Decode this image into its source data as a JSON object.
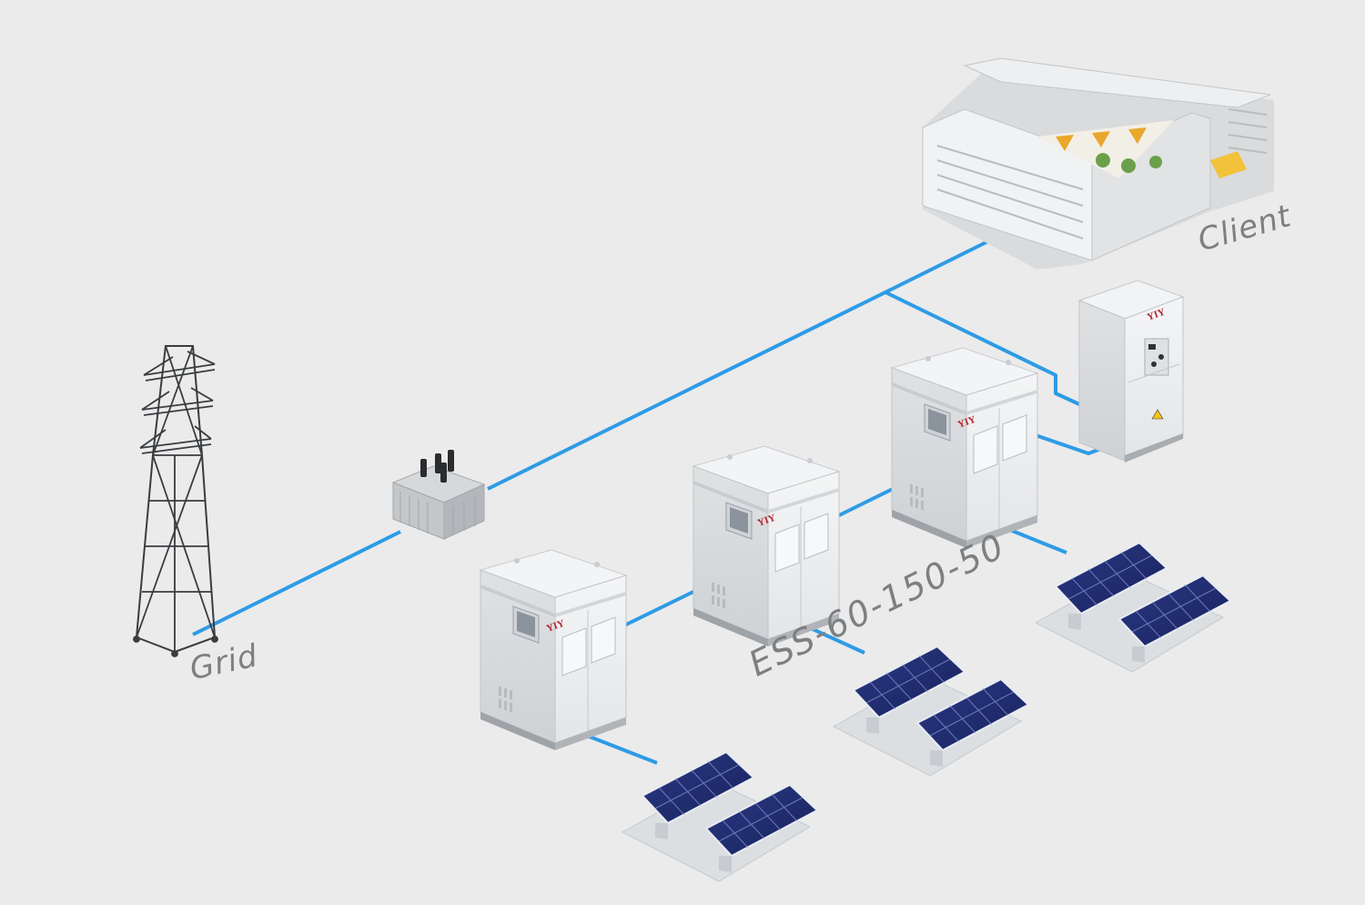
{
  "labels": {
    "grid": "Grid",
    "client": "Client",
    "model": "ESS-60-150-50"
  },
  "brand_mark": "YIY",
  "colors": {
    "background": "#ebebeb",
    "connection_line": "#2e9be6",
    "cabinet_body": "#eceeef",
    "brand_red": "#b3232b",
    "solar_cell": "#1f2c6e",
    "label_text": "#7d7f82"
  },
  "nodes": [
    {
      "id": "grid",
      "icon": "transmission-tower-icon"
    },
    {
      "id": "transformer",
      "icon": "transformer-icon"
    },
    {
      "id": "client",
      "icon": "building-icon"
    },
    {
      "id": "switchgear",
      "icon": "switchgear-cabinet-icon"
    },
    {
      "id": "ess-1",
      "icon": "battery-cabinet-icon"
    },
    {
      "id": "ess-2",
      "icon": "battery-cabinet-icon"
    },
    {
      "id": "ess-3",
      "icon": "battery-cabinet-icon"
    },
    {
      "id": "pv-1",
      "icon": "solar-panel-icon"
    },
    {
      "id": "pv-2",
      "icon": "solar-panel-icon"
    },
    {
      "id": "pv-3",
      "icon": "solar-panel-icon"
    }
  ]
}
